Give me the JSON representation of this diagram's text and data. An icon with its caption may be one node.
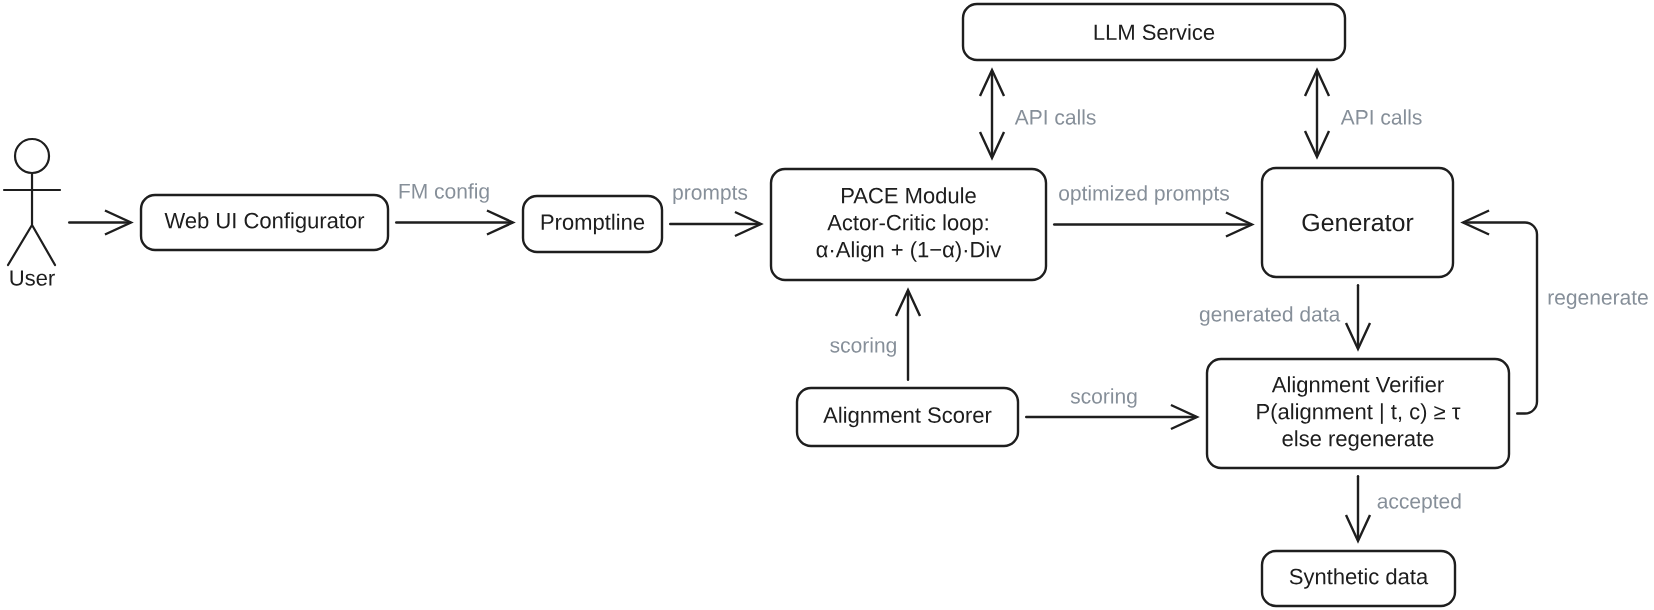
{
  "diagram": {
    "nodes": [
      {
        "text": [
          "User"
        ]
      },
      {
        "text": [
          "Web UI Configurator"
        ]
      },
      {
        "text": [
          "Promptline"
        ]
      },
      {
        "text": [
          "PACE Module",
          "Actor-Critic loop: α·Align + (1−α)·Div"
        ]
      },
      {
        "text": [
          "LLM Service"
        ]
      },
      {
        "text": [
          "Generator"
        ]
      },
      {
        "text": [
          "Alignment Scorer"
        ]
      },
      {
        "text": [
          "Alignment Verifier",
          "P(alignment | t, c) ≥ τ else regenerate"
        ]
      },
      {
        "text": [
          "Synthetic data"
        ]
      }
    ],
    "edges": [
      {
        "from": 0,
        "to": 1,
        "arrow": "to"
      },
      {
        "from": 1,
        "to": 2,
        "arrow": "to",
        "label": "FM config"
      },
      {
        "from": 2,
        "to": 3,
        "arrow": "to",
        "label": "prompts"
      },
      {
        "from": 3,
        "to": 4,
        "arrow": "both",
        "label": "API calls"
      },
      {
        "from": 5,
        "to": 4,
        "arrow": "both",
        "label": "API calls"
      },
      {
        "from": 3,
        "to": 5,
        "arrow": "to",
        "label": "optimized prompts"
      },
      {
        "from": 5,
        "to": 7,
        "arrow": "to",
        "label": "generated data"
      },
      {
        "from": 7,
        "to": 5,
        "arrow": "to",
        "label": "regenerate"
      },
      {
        "from": 6,
        "to": 3,
        "arrow": "to",
        "label": "scoring"
      },
      {
        "from": 6,
        "to": 7,
        "arrow": "to",
        "label": "scoring"
      },
      {
        "from": 7,
        "to": 8,
        "arrow": "to",
        "label": "accepted"
      }
    ]
  }
}
